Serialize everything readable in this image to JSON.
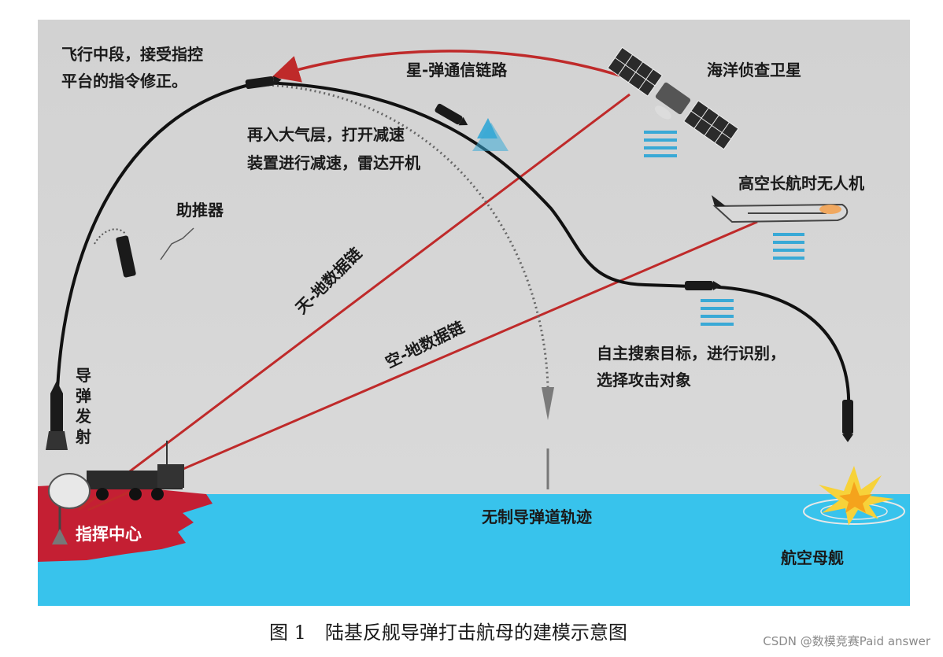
{
  "labels": {
    "midcourse_line1": "飞行中段，接受指控",
    "midcourse_line2": "平台的指令修正。",
    "sat_link": "星-弹通信链路",
    "satellite": "海洋侦查卫星",
    "reentry_line1": "再入大气层，打开减速",
    "reentry_line2": "装置进行减速，雷达开机",
    "uav": "高空长航时无人机",
    "booster": "助推器",
    "space_ground_link": "天-地数据链",
    "air_ground_link": "空-地数据链",
    "launch": [
      "导",
      "弹",
      "发",
      "射"
    ],
    "search_line1": "自主搜索目标，进行识别，",
    "search_line2": "选择攻击对象",
    "command_center": "指挥中心",
    "ballistic": "无制导弹道轨迹",
    "carrier": "航空母舰"
  },
  "caption": "图 1　陆基反舰导弹打击航母的建模示意图",
  "watermark": "CSDN @数模竞赛Paid answer",
  "colors": {
    "sky": "#d6d6d6",
    "sea": "#38c3ec",
    "land": "#c41f33",
    "link_red": "#bf2a2a",
    "trajectory": "#111111",
    "radar_wave": "#39a9d6"
  }
}
